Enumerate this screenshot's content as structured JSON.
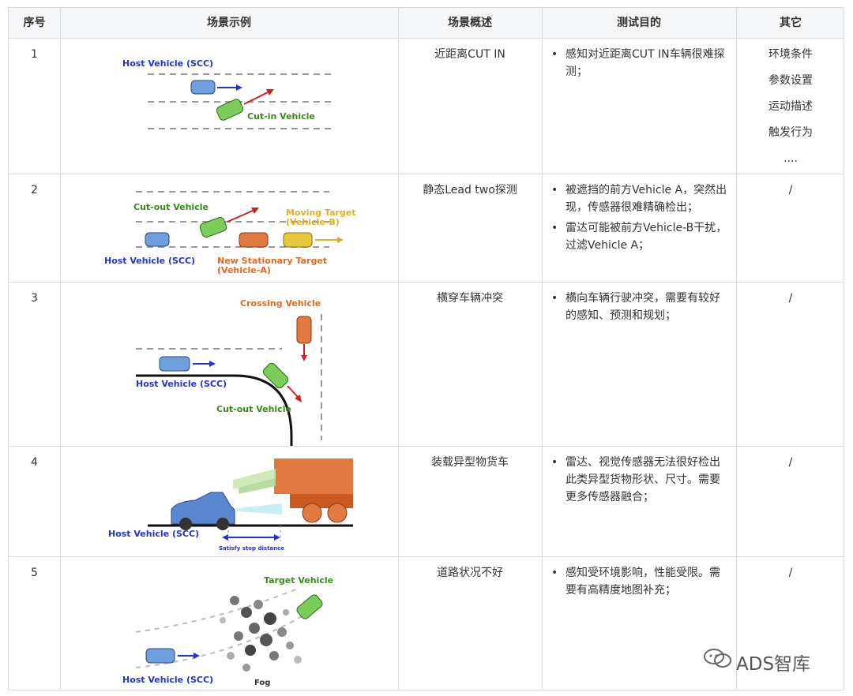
{
  "table": {
    "headers": [
      "序号",
      "场景示例",
      "场景概述",
      "测试目的",
      "其它"
    ],
    "rows": [
      {
        "index": "1",
        "summary": "近距离CUT IN",
        "purpose": [
          "感知对近距离CUT IN车辆很难探测；"
        ],
        "other": [
          "环境条件",
          "参数设置",
          "运动描述",
          "触发行为",
          "...."
        ],
        "illustration": {
          "host": "Host Vehicle (SCC)",
          "target": "Cut-in Vehicle"
        }
      },
      {
        "index": "2",
        "summary": "静态Lead two探测",
        "purpose": [
          "被遮挡的前方Vehicle A，突然出现，传感器很难精确检出；",
          "雷达可能被前方Vehicle-B干扰，过滤Vehicle A；"
        ],
        "other": [
          "/"
        ],
        "illustration": {
          "cutout": "Cut-out Vehicle",
          "moving1": "Moving Target",
          "moving2": "(Vehicle-B)",
          "host": "Host Vehicle (SCC)",
          "new1": "New Stationary Target",
          "new2": "(Vehicle-A)"
        }
      },
      {
        "index": "3",
        "summary": "横穿车辆冲突",
        "purpose": [
          "横向车辆行驶冲突，需要有较好的感知、预测和规划；"
        ],
        "other": [
          "/"
        ],
        "illustration": {
          "crossing": "Crossing Vehicle",
          "host": "Host Vehicle (SCC)",
          "cutout": "Cut-out Vehicle"
        }
      },
      {
        "index": "4",
        "summary": "装载异型物货车",
        "purpose": [
          "雷达、视觉传感器无法很好检出此类异型货物形状、尺寸。需要更多传感器融合；"
        ],
        "other": [
          "/"
        ],
        "illustration": {
          "host": "Host Vehicle (SCC)",
          "distance": "Satisfy stop distance"
        }
      },
      {
        "index": "5",
        "summary": "道路状况不好",
        "purpose": [
          "感知受环境影响，性能受限。需要有高精度地图补充；"
        ],
        "other": [
          "/"
        ],
        "illustration": {
          "target": "Target Vehicle",
          "host": "Host Vehicle (SCC)",
          "fog": "Fog"
        }
      }
    ]
  },
  "watermark": "ADS智库",
  "colors": {
    "host": "#2233cc",
    "cut": "#3a8a1a",
    "orange": "#e06a20",
    "yellow": "#e0b020"
  }
}
